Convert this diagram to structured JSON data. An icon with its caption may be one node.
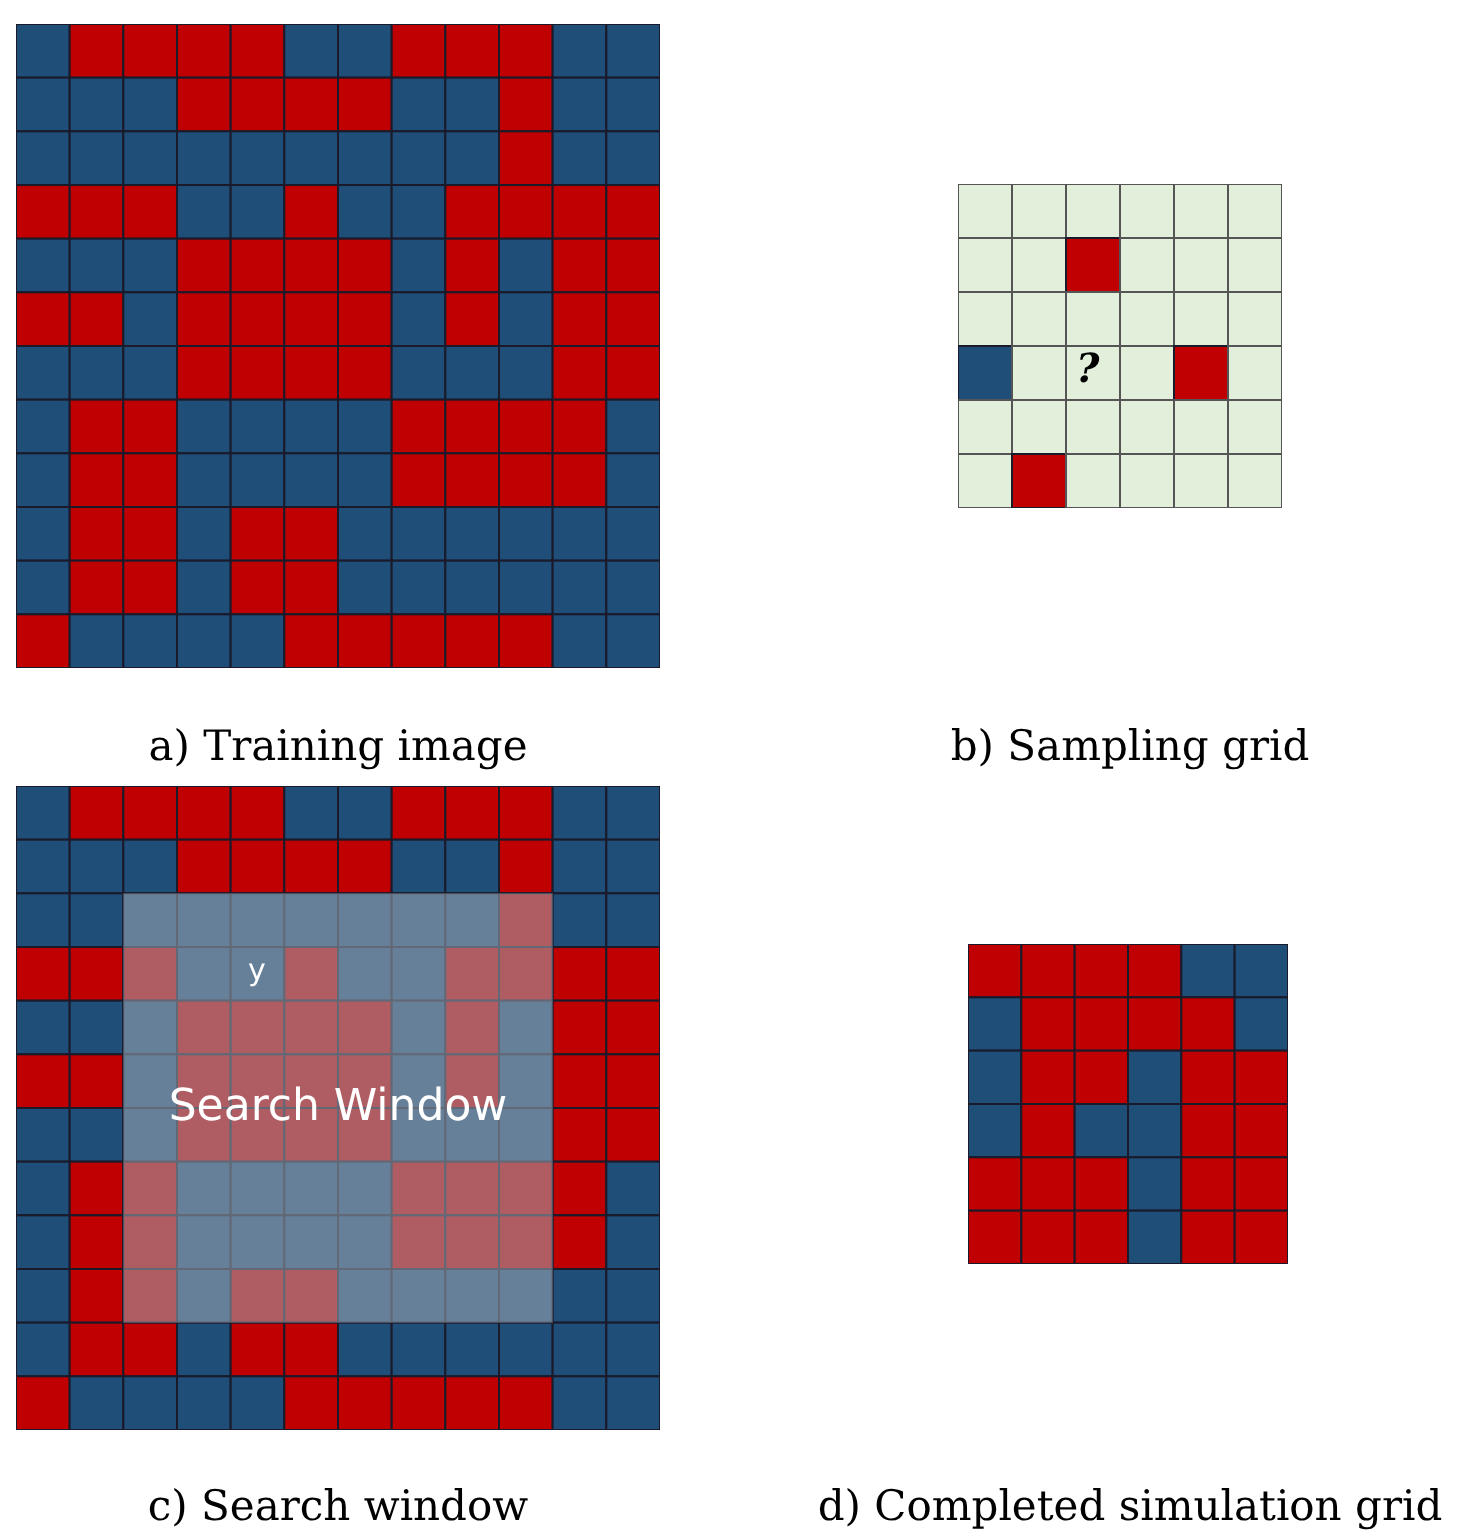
{
  "diagram": {
    "labels": [
      "?",
      "a) Training image",
      "b) Sampling grid",
      "y",
      "Search Window",
      "c) Search window",
      "d) Completed simulation grid"
    ]
  }
}
